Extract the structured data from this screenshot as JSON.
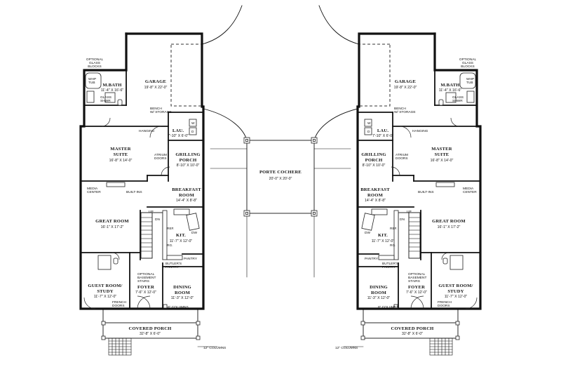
{
  "plan": {
    "units": [
      {
        "side": "left",
        "rooms": [
          {
            "key": "garage",
            "name": "GARAGE",
            "dim": "19'-8\" X 22'-0\""
          },
          {
            "key": "mbath",
            "name": "M.BATH",
            "dim": "11'-4\" X 16'-6\""
          },
          {
            "key": "master",
            "name": "MASTER SUITE",
            "line1": "MASTER",
            "line2": "SUITE",
            "dim": "16'-8\" X 14'-0\""
          },
          {
            "key": "lau",
            "name": "LAU.",
            "dim": "7'-10\" X 6'-0\""
          },
          {
            "key": "grill",
            "name": "GRILLING PORCH",
            "line1": "GRILLING",
            "line2": "PORCH",
            "dim": "8'-10\" X 10'-0\""
          },
          {
            "key": "breakfast",
            "name": "BREAKFAST ROOM",
            "line1": "BREAKFAST",
            "line2": "ROOM",
            "dim": "14'-4\" X 8'-8\""
          },
          {
            "key": "great",
            "name": "GREAT ROOM",
            "dim": "16'-1\" X 17'-2\""
          },
          {
            "key": "kit",
            "name": "KIT.",
            "dim": "11'-7\" X 12'-0\""
          },
          {
            "key": "guest",
            "name": "GUEST ROOM/ STUDY",
            "line1": "GUEST ROOM/",
            "line2": "STUDY",
            "dim": "11'-7\" X 12'-0\""
          },
          {
            "key": "foyer",
            "name": "FOYER",
            "dim": "7'-6\" X 12'-0\""
          },
          {
            "key": "dining",
            "name": "DINING ROOM",
            "line1": "DINING",
            "line2": "ROOM",
            "dim": "11'-3\" X 12'-0\""
          },
          {
            "key": "porch",
            "name": "COVERED PORCH",
            "dim": "32'-8\" X 6'-0\""
          }
        ],
        "notes": {
          "glass_blocks_1": "OPTIONAL",
          "glass_blocks_2": "GLASS",
          "glass_blocks_3": "BLOCKS",
          "whp1": "WHP",
          "whp2": "TUB",
          "glass_shwr1": "GLASS",
          "glass_shwr2": "SHWR",
          "bench1": "BENCH",
          "bench2": "W/ STORAGE",
          "hanging": "HANGING",
          "atrium1": "ATRIUM",
          "atrium2": "DOORS",
          "media1": "MEDIA",
          "media2": "CENTER",
          "builtins": "BUILT-INS",
          "up": "UP",
          "dn": "DN",
          "ref": "REF.",
          "dw": "DW",
          "rg": "RG.",
          "pantry": "PANTRY",
          "butlers1": "BUTLER'S",
          "butlers2": "PANTRY",
          "basement1": "OPTIONAL",
          "basement2": "BASEMENT",
          "basement3": "STAIRS",
          "french1": "FRENCH",
          "french2": "DOORS",
          "columns8": "8\" COLUMNS",
          "columns12": "12\" COLUMNS",
          "w": "W",
          "d": "D"
        }
      },
      {
        "side": "right",
        "rooms": [
          {
            "key": "garage",
            "name": "GARAGE",
            "dim": "19'-8\" X 22'-0\""
          },
          {
            "key": "mbath",
            "name": "M.BATH",
            "dim": "11'-4\" X 16'-6\""
          },
          {
            "key": "master",
            "name": "MASTER SUITE",
            "line1": "MASTER",
            "line2": "SUITE",
            "dim": "16'-8\" X 14'-0\""
          },
          {
            "key": "lau",
            "name": "LAU.",
            "dim": "7'-10\" X 6'-0\""
          },
          {
            "key": "grill",
            "name": "GRILLING PORCH",
            "line1": "GRILLING",
            "line2": "PORCH",
            "dim": "8'-10\" X 10'-0\""
          },
          {
            "key": "breakfast",
            "name": "BREAKFAST ROOM",
            "line1": "BREAKFAST",
            "line2": "ROOM",
            "dim": "14'-4\" X 8'-8\""
          },
          {
            "key": "great",
            "name": "GREAT ROOM",
            "dim": "16'-1\" X 17'-2\""
          },
          {
            "key": "kit",
            "name": "KIT.",
            "dim": "11'-7\" X 12'-0\""
          },
          {
            "key": "guest",
            "name": "GUEST ROOM/ STUDY",
            "line1": "GUEST ROOM/",
            "line2": "STUDY",
            "dim": "11'-7\" X 12'-0\""
          },
          {
            "key": "foyer",
            "name": "FOYER",
            "dim": "7'-6\" X 12'-0\""
          },
          {
            "key": "dining",
            "name": "DINING ROOM",
            "line1": "DINING",
            "line2": "ROOM",
            "dim": "11'-3\" X 12'-0\""
          },
          {
            "key": "porch",
            "name": "COVERED PORCH",
            "dim": "32'-8\" X 6'-0\""
          }
        ],
        "notes": {
          "glass_blocks_1": "OPTIONAL",
          "glass_blocks_2": "GLASS",
          "glass_blocks_3": "BLOCKS",
          "whp1": "WHP",
          "whp2": "TUB",
          "glass_shwr1": "GLASS",
          "glass_shwr2": "SHWR",
          "bench1": "BENCH",
          "bench2": "W/ STORAGE",
          "hanging": "HANGING",
          "atrium1": "ATRIUM",
          "atrium2": "DOORS",
          "media1": "MEDIA",
          "media2": "CENTER",
          "builtins": "BUILT-INS",
          "up": "UP",
          "dn": "DN",
          "ref": "REF.",
          "dw": "DW",
          "rg": "RG.",
          "pantry": "PANTRY",
          "butlers1": "BUTLER'S",
          "butlers2": "PANTRY",
          "basement1": "OPTIONAL",
          "basement2": "BASEMENT",
          "basement3": "STAIRS",
          "french1": "FRENCH",
          "french2": "DOORS",
          "columns8": "8\" COLUMNS",
          "columns12": "12\" COLUMNS",
          "w": "W",
          "d": "D"
        }
      }
    ],
    "porte_cochere": {
      "name": "PORTE COCHERE",
      "dim": "20'-0\" X 20'-0\""
    }
  }
}
